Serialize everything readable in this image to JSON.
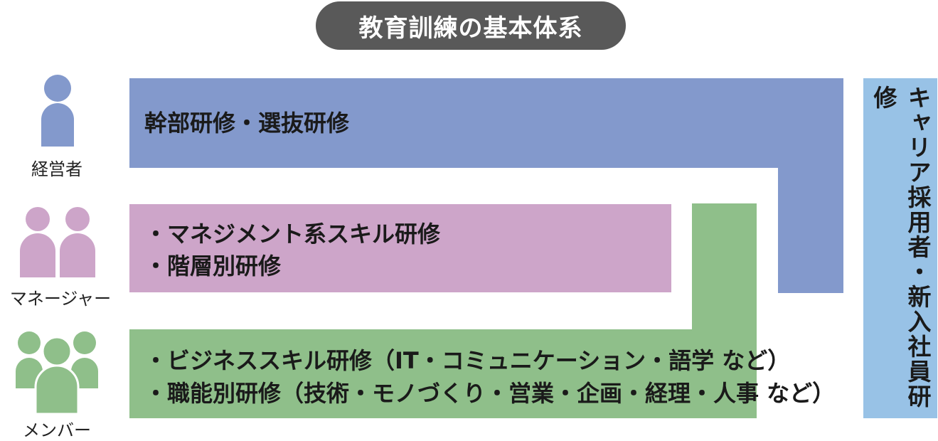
{
  "title": "教育訓練の基本体系",
  "roles": {
    "executive": "経営者",
    "manager": "マネージャー",
    "member": "メンバー"
  },
  "blocks": {
    "executive": {
      "line1": "幹部研修・選抜研修"
    },
    "manager": {
      "line1": "・マネジメント系スキル研修",
      "line2": "・階層別研修"
    },
    "member": {
      "line1": "・ビジネススキル研修（IT・コミュニケーション・語学 など）",
      "line2": "・職能別研修（技術・モノづくり・営業・企画・経理・人事 など）"
    },
    "career": "キャリア採用者・新入社員研修"
  },
  "icons": {
    "executive": "person-icon",
    "manager": "two-people-icon",
    "member": "group-icon"
  },
  "colors": {
    "title_bg": "#595959",
    "executive": "#8399cc",
    "manager": "#cda5c9",
    "member": "#8fbf8a",
    "career": "#98c2e6"
  }
}
